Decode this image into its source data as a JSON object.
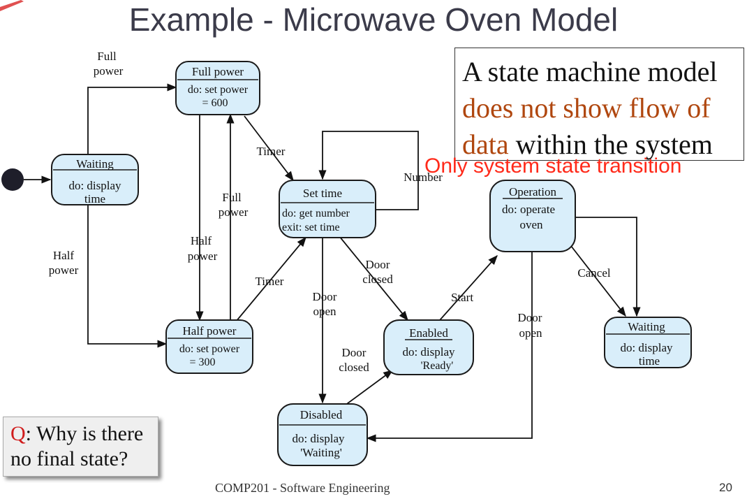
{
  "slide": {
    "title": "Example - Microwave Oven Model",
    "footer": "COMP201 - Software Engineering",
    "page_number": "20"
  },
  "states": {
    "waiting_left": {
      "name": "Waiting",
      "action_1": "do: display",
      "action_2": "time"
    },
    "full_power": {
      "name": "Full power",
      "action_1": "do: set power",
      "action_2": "= 600"
    },
    "half_power": {
      "name": "Half power",
      "action_1": "do: set power",
      "action_2": "= 300"
    },
    "set_time": {
      "name": "Set time",
      "action_1": "do: get number",
      "action_2": "exit: set time"
    },
    "disabled": {
      "name": "Disabled",
      "action_1": "do: display",
      "action_2": "'Waiting'"
    },
    "enabled": {
      "name": "Enabled",
      "action_1": "do: display",
      "action_2": "'Ready'"
    },
    "operation": {
      "name": "Operation",
      "action_1": "do: operate",
      "action_2": "oven"
    },
    "waiting_right": {
      "name": "Waiting",
      "action_1": "do: display",
      "action_2": "time"
    }
  },
  "transitions": {
    "full_power_top": [
      "Full",
      "power"
    ],
    "half_power_left": [
      "Half",
      "power"
    ],
    "full_power_mid": [
      "Full",
      "power"
    ],
    "half_power_mid": [
      "Half",
      "power"
    ],
    "timer_upper": "Timer",
    "timer_lower": "Timer",
    "number": "Number",
    "door_open_left": [
      "Door",
      "open"
    ],
    "door_closed_upper": [
      "Door",
      "closed"
    ],
    "door_closed_lower": [
      "Door",
      "closed"
    ],
    "start": "Start",
    "door_open_right": [
      "Door",
      "open"
    ],
    "cancel": "Cancel"
  },
  "note": {
    "line1": "A state machine model",
    "line2": "does not show flow of",
    "line3_highlight": "data",
    "line3_rest": " within the system",
    "annotation": "Only system state transition"
  },
  "question": {
    "q_label": "Q",
    "q_rest": ": Why is there",
    "line2": "no final state?"
  },
  "colors": {
    "state_fill": "#d9eefa",
    "title_color": "#3b3b4a",
    "highlight": "#b0470f",
    "annotation": "#ff2a1a",
    "question_label": "#d01c1c"
  }
}
